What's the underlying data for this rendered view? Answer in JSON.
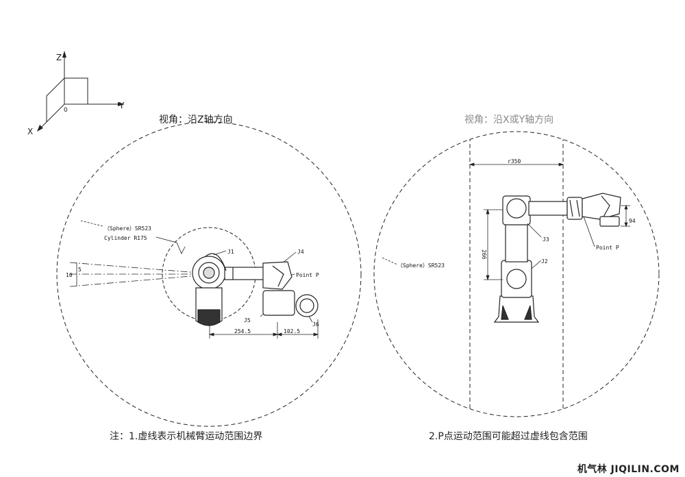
{
  "axes": {
    "z": "Z",
    "y": "Y",
    "x": "X",
    "origin": "0"
  },
  "views": {
    "left_title": "视角：沿Z轴方向",
    "right_title": "视角：沿X或Y轴方向"
  },
  "left_labels": {
    "sphere": "（Sphere）SR523",
    "cylinder": "Cylinder R175",
    "j1": "J1",
    "j4": "J4",
    "point_p": "Point P",
    "j5": "J5",
    "j6": "J6",
    "angle_5": "5",
    "angle_10": "10",
    "dim_254": "254.5",
    "dim_102": "102.5"
  },
  "right_labels": {
    "r350": "r350",
    "sphere": "（Sphere）SR523",
    "j3": "J3",
    "j2": "J2",
    "point_p": "Point P",
    "dim_94": "94",
    "dim_266": "266"
  },
  "notes": {
    "left": "注：1.虚线表示机械臂运动范围边界",
    "right": "2.P点运动范围可能超过虚线包含范围"
  },
  "watermark": "机气林 JIQILIN.COM"
}
